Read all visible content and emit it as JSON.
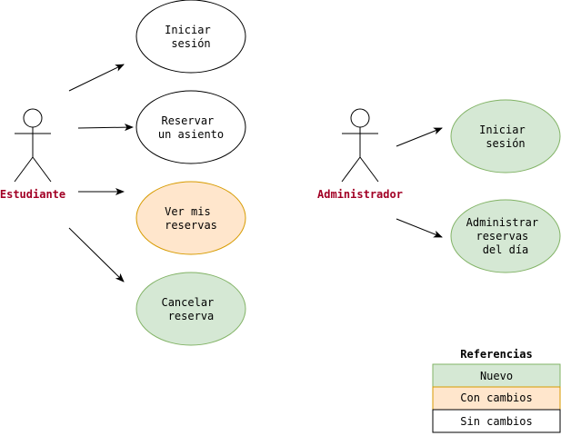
{
  "colors": {
    "nuevo_fill": "#d5e8d4",
    "nuevo_stroke": "#82b366",
    "cambios_fill": "#ffe6cc",
    "cambios_stroke": "#d79b00",
    "sin_fill": "#ffffff",
    "sin_stroke": "#000000",
    "actor_label": "#a20025"
  },
  "actors": {
    "estudiante": {
      "label": "Estudiante"
    },
    "administrador": {
      "label": "Administrador"
    }
  },
  "use_cases": {
    "est_iniciar": {
      "lines": [
        "Iniciar",
        "sesión"
      ],
      "status": "Sin cambios"
    },
    "est_reservar": {
      "lines": [
        "Reservar",
        "un asiento"
      ],
      "status": "Sin cambios"
    },
    "est_ver": {
      "lines": [
        "Ver mis",
        "reservas"
      ],
      "status": "Con cambios"
    },
    "est_cancelar": {
      "lines": [
        "Cancelar",
        "reserva"
      ],
      "status": "Nuevo"
    },
    "adm_iniciar": {
      "lines": [
        "Iniciar",
        "sesión"
      ],
      "status": "Nuevo"
    },
    "adm_administrar": {
      "lines": [
        "Administrar",
        "reservas",
        "del día"
      ],
      "status": "Nuevo"
    }
  },
  "legend": {
    "title": "Referencias",
    "items": [
      {
        "label": "Nuevo"
      },
      {
        "label": "Con cambios"
      },
      {
        "label": "Sin cambios"
      }
    ]
  }
}
